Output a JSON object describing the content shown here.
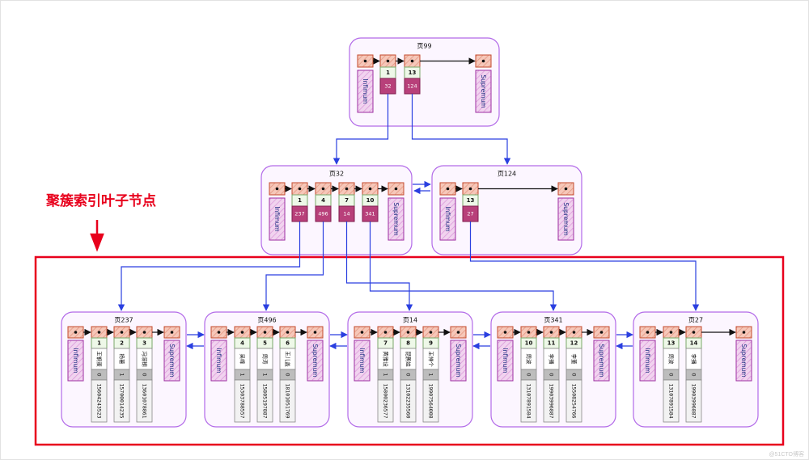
{
  "caption": "聚簇索引叶子节点",
  "watermark": "@51CTO博客",
  "labels": {
    "infimum": "Infimum",
    "supremum": "Supremum"
  },
  "colors": {
    "page_border": "#b26ae8",
    "page_fill": "#fcf6ff",
    "pointer_fill": "#f6c7b9",
    "pointer_stroke": "#c34a2c",
    "key_fill": "#eef8e8",
    "key_stroke": "#7aa86a",
    "child_fill": "#b8407a",
    "infimum_fill": "#f1d3ef",
    "infimum_stroke": "#9c2ea0",
    "arrow_blue": "#2a3fe0",
    "highlight_red": "#e8001c",
    "phone_fill": "#555555"
  },
  "root": {
    "title": "页99",
    "records": [
      {
        "key": "1",
        "child": "32"
      },
      {
        "key": "13",
        "child": "124"
      }
    ]
  },
  "internal": [
    {
      "title": "页32",
      "records": [
        {
          "key": "1",
          "child": "237"
        },
        {
          "key": "4",
          "child": "496"
        },
        {
          "key": "7",
          "child": "14"
        },
        {
          "key": "10",
          "child": "341"
        }
      ]
    },
    {
      "title": "页124",
      "records": [
        {
          "key": "13",
          "child": "27"
        }
      ]
    }
  ],
  "leaves": [
    {
      "title": "页237",
      "records": [
        {
          "id": "1",
          "name": "王钢蛋",
          "flag": "0",
          "phone": "15604243523"
        },
        {
          "id": "2",
          "name": "杨薯",
          "flag": "1",
          "phone": "15700014235"
        },
        {
          "id": "3",
          "name": "冯溺钢",
          "flag": "0",
          "phone": "13601078861"
        }
      ]
    },
    {
      "title": "页496",
      "records": [
        {
          "id": "4",
          "name": "吴峰",
          "flag": "1",
          "phone": "15303788557"
        },
        {
          "id": "5",
          "name": "周涛",
          "flag": "1",
          "phone": "15805197887"
        },
        {
          "id": "6",
          "name": "王儿盖",
          "flag": "0",
          "phone": "18101051769"
        }
      ]
    },
    {
      "title": "页14",
      "records": [
        {
          "id": "7",
          "name": "黄雅设",
          "flag": "1",
          "phone": "15800236577"
        },
        {
          "id": "8",
          "name": "昆鹏娃",
          "flag": "0",
          "phone": "13102235560"
        },
        {
          "id": "9",
          "name": "王惮个",
          "flag": "1",
          "phone": "19907564008"
        }
      ]
    },
    {
      "title": "页341",
      "records": [
        {
          "id": "10",
          "name": "周波",
          "flag": "0",
          "phone": "13107891584"
        },
        {
          "id": "11",
          "name": "李播",
          "flag": "0",
          "phone": "19903996887"
        },
        {
          "id": "12",
          "name": "李董",
          "flag": "0",
          "phone": "15508254766"
        }
      ]
    },
    {
      "title": "页27",
      "records": [
        {
          "id": "13",
          "name": "周波",
          "flag": "0",
          "phone": "13107891584"
        },
        {
          "id": "14",
          "name": "李播",
          "flag": "0",
          "phone": "19903996887"
        }
      ]
    }
  ]
}
